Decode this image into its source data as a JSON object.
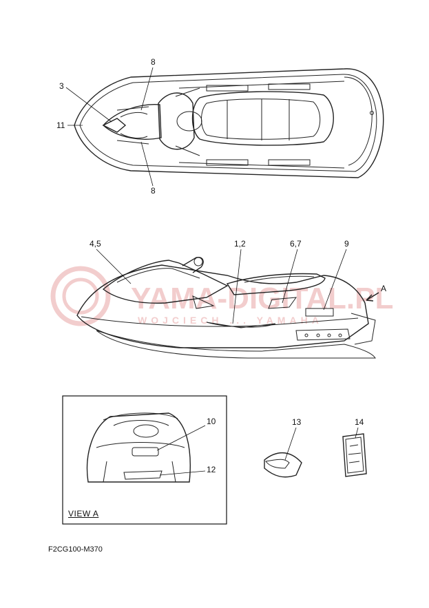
{
  "diagram": {
    "code": "F2CG100-M370",
    "view_label": "VIEW A",
    "arrow_label": "A",
    "watermark": {
      "main": "YAMA-DIGITAL.PL",
      "sub": "WOJCIECH ... YAMAHA",
      "color": "#f1c8c8"
    },
    "callouts": {
      "c8a": "8",
      "c3": "3",
      "c11": "11",
      "c8b": "8",
      "c45": "4,5",
      "c12top": "1,2",
      "c67": "6,7",
      "c9": "9",
      "c10": "10",
      "c12": "12",
      "c13": "13",
      "c14": "14"
    }
  }
}
